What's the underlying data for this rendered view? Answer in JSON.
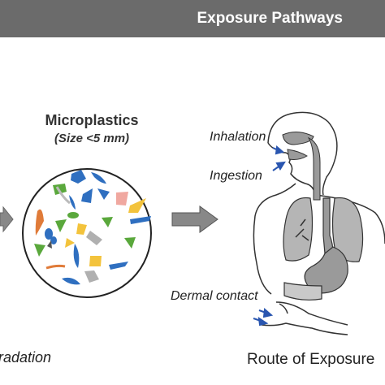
{
  "header": {
    "title": "Exposure Pathways"
  },
  "microplastics": {
    "title": "Microplastics",
    "size_note": "(Size <5 mm)"
  },
  "routes": {
    "inhalation": "Inhalation",
    "ingestion": "Ingestion",
    "dermal": "Dermal contact"
  },
  "footer": {
    "left_label": "radation",
    "right_label": "Route of Exposure"
  },
  "colors": {
    "header_bg": "#6b6b6b",
    "arrow": "#888888",
    "lungs": "#b5b5b5",
    "stomach": "#9a9a9a",
    "particle_blue": "#2f6fc0",
    "particle_green": "#5aa83c",
    "particle_orange": "#e07b39",
    "particle_yellow": "#f3c33c",
    "particle_pink": "#f0a8a0"
  }
}
